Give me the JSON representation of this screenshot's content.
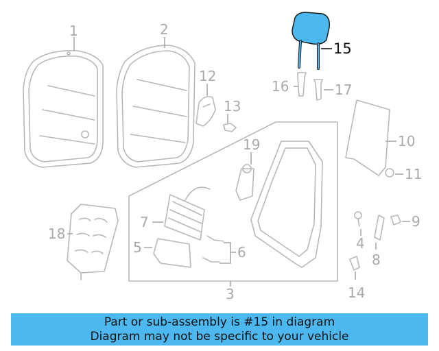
{
  "diagram": {
    "labels": {
      "p1": "1",
      "p2": "2",
      "p3": "3",
      "p4": "4",
      "p5": "5",
      "p6": "6",
      "p7": "7",
      "p8": "8",
      "p9": "9",
      "p10": "10",
      "p11": "11",
      "p12": "12",
      "p13": "13",
      "p14": "14",
      "p15": "15",
      "p16": "16",
      "p17": "17",
      "p18": "18",
      "p19": "19"
    },
    "highlight_part": "15",
    "colors": {
      "highlight": "#4db8f0",
      "line": "#b8b8b8",
      "label": "#a9a9a9",
      "banner": "#4db8f0"
    }
  },
  "banner": {
    "line1": "Part or sub-assembly is #15 in diagram",
    "line2": "Diagram may not be specific to your vehicle"
  }
}
